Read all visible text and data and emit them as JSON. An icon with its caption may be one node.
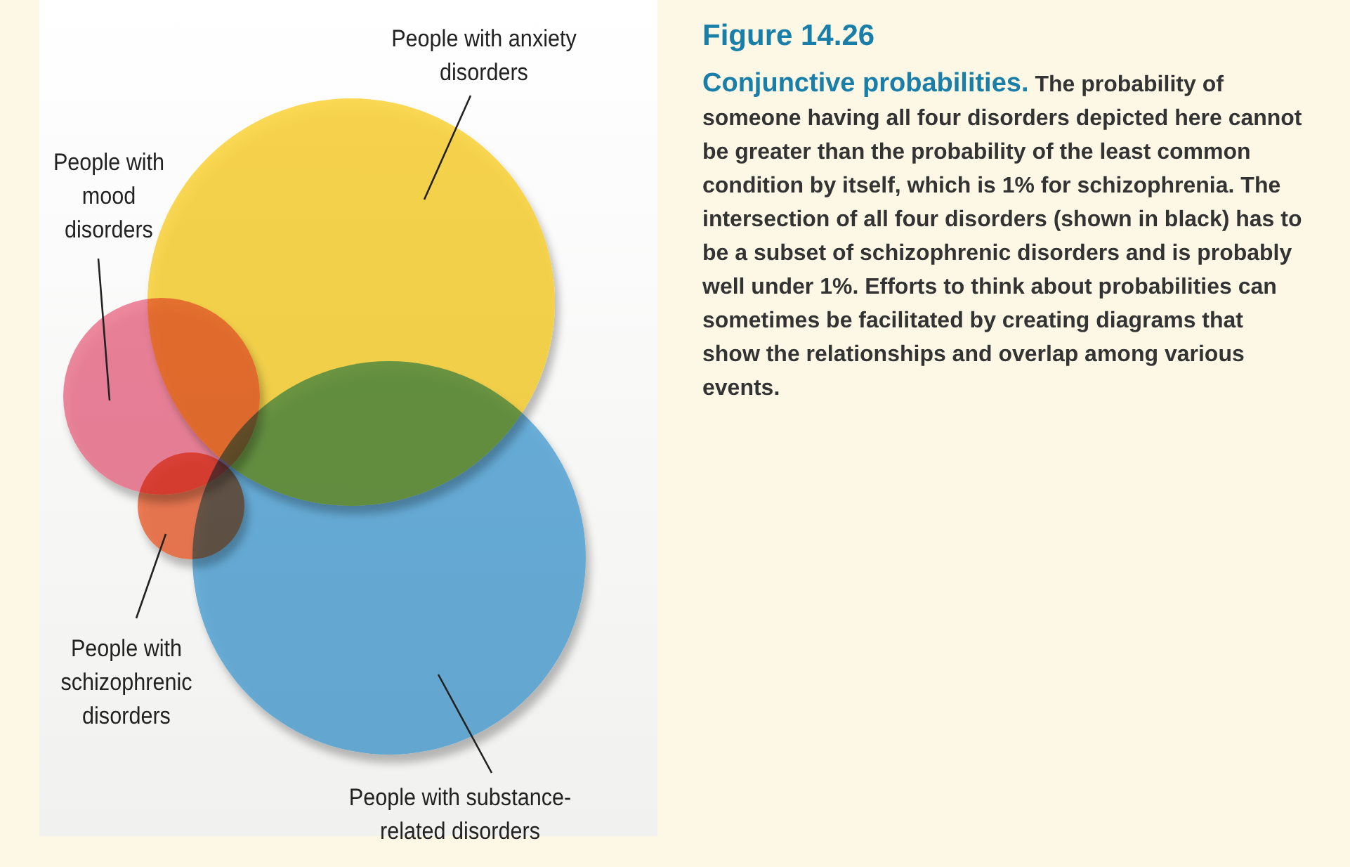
{
  "diagram": {
    "title": "Figure 14.26",
    "caption": "**Conjunctive probabilities.** The probability of someone having all four disorders depicted here cannot be greater than the probability of the least common condition by itself, which is 1% for schizophrenia. The intersection of all four disorders (shown in black) has to be a subset of schizophrenic disorders and is probably well under 1%. Efforts to think about probabilities can sometimes be facilitated by creating diagrams that show the relationships and overlap among various events.",
    "nodes": [
      {
        "text": [
          "People with anxiety disorders"
        ]
      },
      {
        "text": [
          "People with mood disorders"
        ]
      },
      {
        "text": [],
        "shape": "circle"
      },
      {
        "text": [],
        "shape": "circle"
      },
      {
        "text": [],
        "shape": "circle"
      },
      {
        "text": [],
        "shape": "circle"
      },
      {
        "text": [
          "People with schizophrenic disorders"
        ]
      },
      {
        "text": [
          "People with substance-related disorders"
        ]
      }
    ],
    "edges": [
      {
        "from": 0,
        "to": 2,
        "arrow": "none"
      },
      {
        "from": 1,
        "to": 3,
        "arrow": "none"
      },
      {
        "from": 6,
        "to": 5,
        "arrow": "none"
      },
      {
        "from": 7,
        "to": 4,
        "arrow": "none"
      }
    ]
  }
}
